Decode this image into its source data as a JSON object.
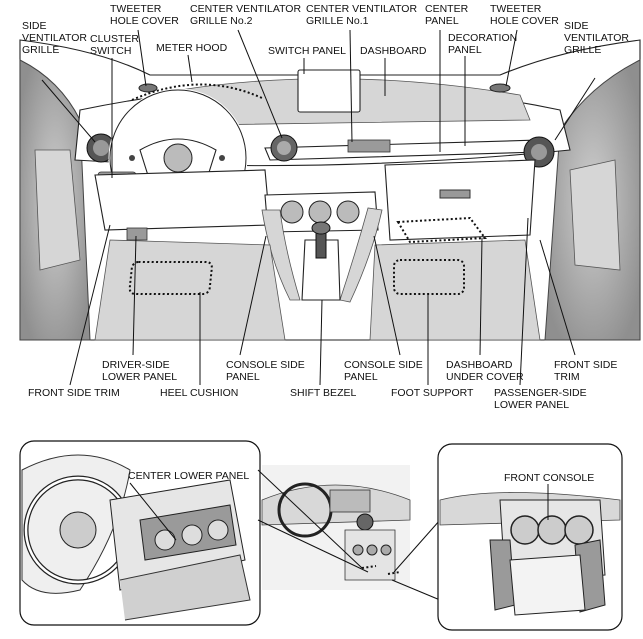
{
  "labels": {
    "side_ventilator_grille_left": [
      "SIDE",
      "VENTILATOR",
      "GRILLE"
    ],
    "tweeter_hole_cover_left": [
      "TWEETER",
      "HOLE COVER"
    ],
    "cluster_switch": [
      "CLUSTER",
      "SWITCH"
    ],
    "meter_hood": "METER HOOD",
    "center_ventilator_grille_no2": [
      "CENTER VENTILATOR",
      "GRILLE No.2"
    ],
    "switch_panel": "SWITCH PANEL",
    "center_ventilator_grille_no1": [
      "CENTER VENTILATOR",
      "GRILLE No.1"
    ],
    "dashboard": "DASHBOARD",
    "center_panel": [
      "CENTER",
      "PANEL"
    ],
    "decoration_panel": [
      "DECORATION",
      "PANEL"
    ],
    "tweeter_hole_cover_right": [
      "TWEETER",
      "HOLE COVER"
    ],
    "side_ventilator_grille_right": [
      "SIDE",
      "VENTILATOR",
      "GRILLE"
    ],
    "front_side_trim_left": "FRONT SIDE TRIM",
    "driver_side_lower_panel": [
      "DRIVER-SIDE",
      "LOWER PANEL"
    ],
    "heel_cushion": "HEEL CUSHION",
    "console_side_panel_left": [
      "CONSOLE SIDE",
      "PANEL"
    ],
    "shift_bezel": "SHIFT BEZEL",
    "console_side_panel_right": [
      "CONSOLE SIDE",
      "PANEL"
    ],
    "foot_support": "FOOT SUPPORT",
    "dashboard_under_cover": [
      "DASHBOARD",
      "UNDER COVER"
    ],
    "passenger_side_lower_panel": [
      "PASSENGER-SIDE",
      "LOWER PANEL"
    ],
    "front_side_trim_right": [
      "FRONT SIDE",
      "TRIM"
    ],
    "center_lower_panel": "CENTER LOWER PANEL",
    "front_console": "FRONT CONSOLE"
  }
}
